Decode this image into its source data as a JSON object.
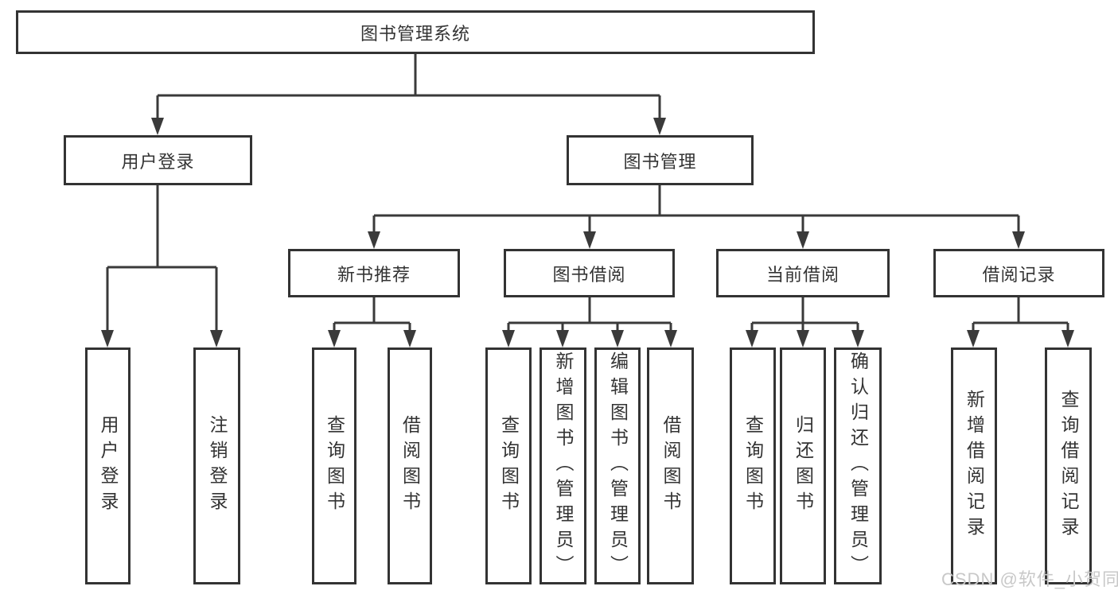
{
  "diagram": {
    "tree": {
      "root": {
        "label": "图书管理系统",
        "children": [
          {
            "label": "用户登录",
            "children": [
              {
                "label": "用户登录"
              },
              {
                "label": "注销登录"
              }
            ]
          },
          {
            "label": "图书管理",
            "children": [
              {
                "label": "新书推荐",
                "children": [
                  {
                    "label": "查询图书"
                  },
                  {
                    "label": "借阅图书"
                  }
                ]
              },
              {
                "label": "图书借阅",
                "children": [
                  {
                    "label": "查询图书"
                  },
                  {
                    "label": "新增图书（管理员）"
                  },
                  {
                    "label": "编辑图书（管理员）"
                  },
                  {
                    "label": "借阅图书"
                  }
                ]
              },
              {
                "label": "当前借阅",
                "children": [
                  {
                    "label": "查询图书"
                  },
                  {
                    "label": "归还图书"
                  },
                  {
                    "label": "确认归还（管理员）"
                  }
                ]
              },
              {
                "label": "借阅记录",
                "children": [
                  {
                    "label": "新增借阅记录"
                  },
                  {
                    "label": "查询借阅记录"
                  }
                ]
              }
            ]
          }
        ]
      }
    },
    "colors": {
      "line": "#3a3a3a",
      "box_border": "#333333",
      "text": "#333333",
      "background": "#ffffff",
      "watermark": "#c8c8c8"
    }
  },
  "watermark": {
    "text": "CSDN @软件_小贺同学"
  }
}
